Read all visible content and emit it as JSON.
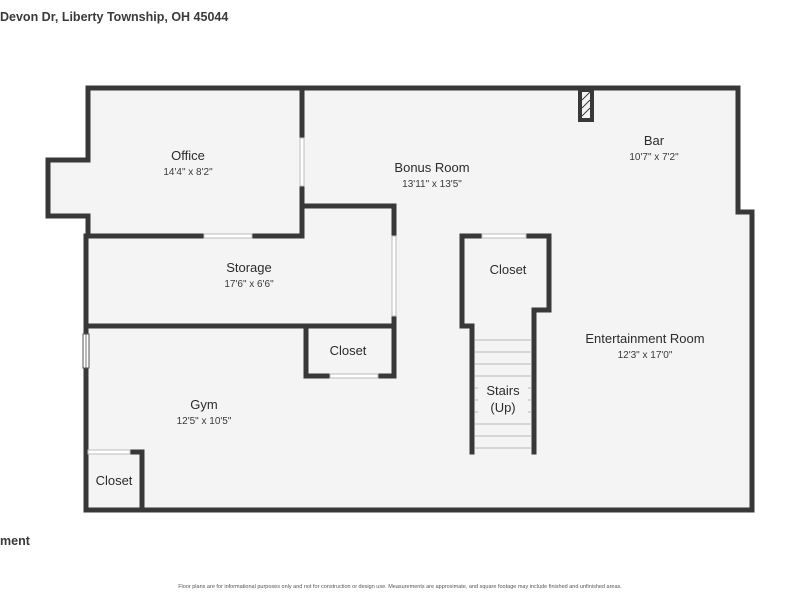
{
  "header": {
    "address": "Devon Dr, Liberty Township, OH 45044"
  },
  "level_label": "ment",
  "footer": {
    "disclaimer": "Floor plans are for informational purposes only and not for construction or design use. Measurements are approximate, and square footage may include finished and unfinished areas."
  },
  "rooms": {
    "office": {
      "name": "Office",
      "dims": "14'4\" x 8'2\""
    },
    "bonus_room": {
      "name": "Bonus Room",
      "dims": "13'11\" x 13'5\""
    },
    "bar": {
      "name": "Bar",
      "dims": "10'7\" x 7'2\""
    },
    "storage": {
      "name": "Storage",
      "dims": "17'6\" x 6'6\""
    },
    "closet_center": {
      "name": "Closet"
    },
    "closet_storage": {
      "name": "Closet"
    },
    "entertainment_room": {
      "name": "Entertainment Room",
      "dims": "12'3\" x 17'0\""
    },
    "stairs": {
      "name": "Stairs",
      "sub": "(Up)"
    },
    "gym": {
      "name": "Gym",
      "dims": "12'5\" x 10'5\""
    },
    "closet_gym": {
      "name": "Closet"
    }
  },
  "colors": {
    "wall": "#383838",
    "floor": "#f4f4f4",
    "background": "#ffffff"
  }
}
